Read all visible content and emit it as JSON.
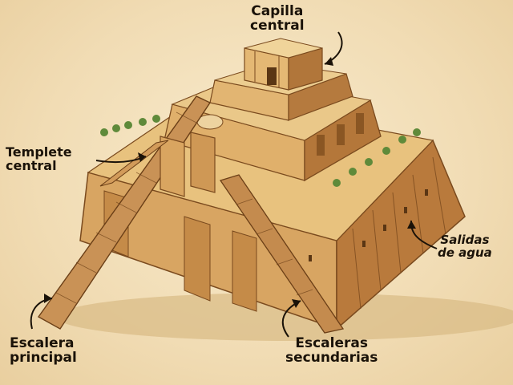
{
  "labels": {
    "capilla_central": "Capilla\ncentral",
    "templete_central": "Templete\ncentral",
    "salidas_de_agua": "Salidas\nde agua",
    "escalera_principal": "Escalera\nprincipal",
    "escaleras_secundarias": "Escaleras\nsecundarias"
  },
  "colors": {
    "background": "#f1dcb4",
    "brick_light": "#e2b572",
    "brick_mid": "#c98e48",
    "brick_dark": "#9a6029",
    "shadow": "#7a4a1e",
    "vegetation": "#5f8a3a",
    "ink": "#1a1208"
  },
  "icons": [
    "curved-arrow-icon"
  ]
}
